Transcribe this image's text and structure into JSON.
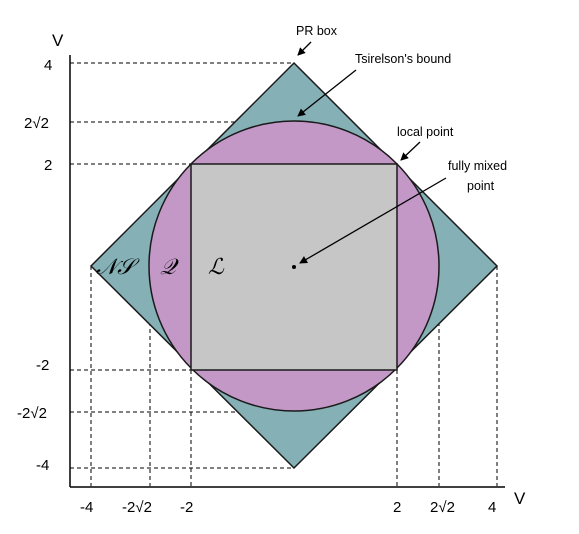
{
  "axes": {
    "y_name": "V",
    "x_name": "V",
    "y_ticks": [
      "4",
      "2√2",
      "2",
      "-2",
      "-2√2",
      "-4"
    ],
    "x_ticks": [
      "-4",
      "-2√2",
      "-2",
      "2",
      "2√2",
      "4"
    ]
  },
  "regions": {
    "ns": "𝒩𝒮",
    "q": "𝒬",
    "l": "ℒ"
  },
  "annotations": {
    "pr_box": "PR box",
    "tsirelson": "Tsirelson's bound",
    "local_point": "local point",
    "fully_mixed_line1": "fully mixed",
    "fully_mixed_line2": "point"
  },
  "colors": {
    "ns_fill": "#84b0b6",
    "q_fill": "#c398c7",
    "l_fill": "#c6c6c6",
    "stroke": "#1a1a1a"
  }
}
